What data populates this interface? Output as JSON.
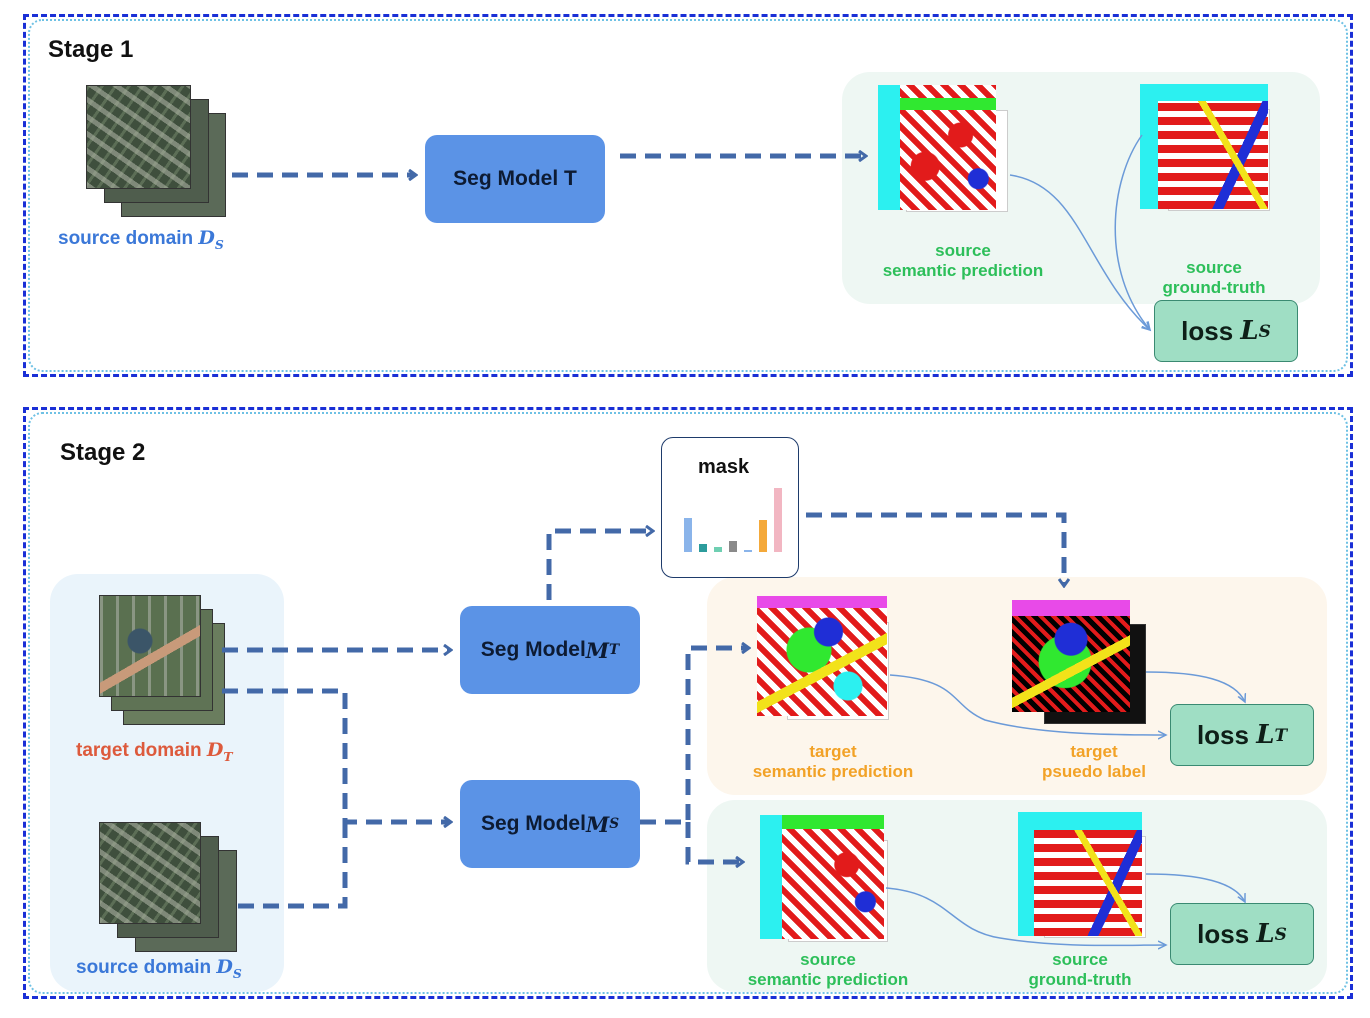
{
  "stage1": {
    "title": "Stage 1",
    "source_domain": {
      "text": "source domain ",
      "var": "D",
      "sub": "S"
    },
    "model": "Seg Model T",
    "source_prediction": [
      "source",
      "semantic prediction"
    ],
    "source_gt": [
      "source",
      "ground-truth"
    ],
    "loss": {
      "text": "loss ",
      "var": "L",
      "sub": "S"
    }
  },
  "stage2": {
    "title": "Stage 2",
    "target_domain": {
      "text": "target domain ",
      "var": "D",
      "sub": "T"
    },
    "source_domain": {
      "text": "source domain ",
      "var": "D",
      "sub": "S"
    },
    "model_t": {
      "text": "Seg Model ",
      "var": "M",
      "sub": "T"
    },
    "model_s": {
      "text": "Seg Model ",
      "var": "M",
      "sub": "S"
    },
    "mask": "mask",
    "target_prediction": [
      "target",
      "semantic prediction"
    ],
    "target_pseudo": [
      "target",
      "psuedo label"
    ],
    "source_prediction": [
      "source",
      "semantic prediction"
    ],
    "source_gt": [
      "source",
      "ground-truth"
    ],
    "loss_t": {
      "text": "loss ",
      "var": "L",
      "sub": "T"
    },
    "loss_s": {
      "text": "loss ",
      "var": "L",
      "sub": "S"
    }
  },
  "colors": {
    "frame": "#1a2fd6",
    "model": "#5b93e6",
    "arrow": "#4369a8",
    "loss": "#9fdec4",
    "green_panel": "#eef7f3",
    "orange_panel": "#fdf6ec",
    "blue_panel": "#eaf4fb"
  }
}
